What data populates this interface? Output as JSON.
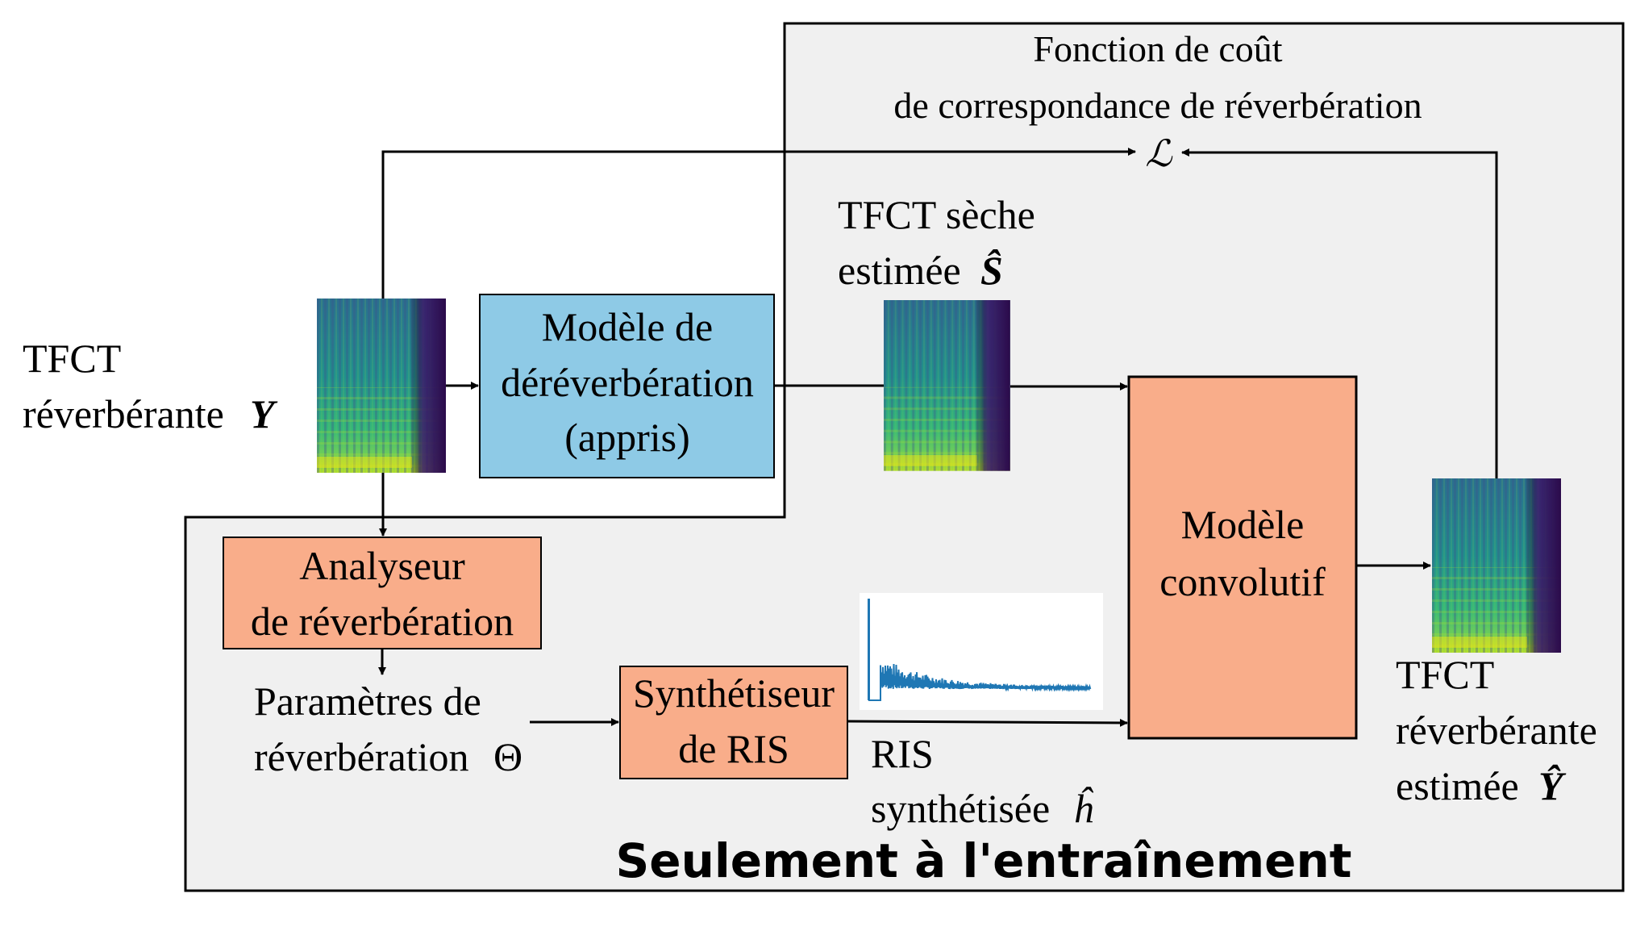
{
  "colors": {
    "training_region": "#f0f0f0",
    "learned_model": "#8ecae6",
    "fixed_block": "#f9ad8a",
    "ir_plot": "#1f77b4",
    "line": "#000000"
  },
  "inputs": {
    "reverberant_stft": {
      "line1": "TFCT",
      "line2": "réverbérante",
      "symbol": "Y"
    }
  },
  "blocks": {
    "dereverb_model": {
      "line1": "Modèle de",
      "line2": "déréverbération",
      "line3": "(appris)"
    },
    "reverb_analyzer": {
      "line1": "Analyseur",
      "line2": "de réverbération"
    },
    "ris_synth": {
      "line1": "Synthétiseur",
      "line2": "de RIS"
    },
    "convolutive_model": {
      "line1": "Modèle",
      "line2": "convolutif"
    }
  },
  "labels": {
    "dry_stft": {
      "line1": "TFCT sèche",
      "line2": "estimée",
      "symbol": "Ŝ"
    },
    "reverb_params": {
      "line1": "Paramètres de",
      "line2": "réverbération",
      "symbol": "Θ"
    },
    "synth_ris": {
      "line1": "RIS",
      "line2": "synthétisée",
      "symbol": "ĥ"
    },
    "est_reverb_stft": {
      "line1": "TFCT",
      "line2": "réverbérante",
      "line3": "estimée",
      "symbol": "Ŷ"
    },
    "loss": {
      "line1": "Fonction de coût",
      "line2": "de correspondance de réverbération",
      "symbol": "ℒ"
    }
  },
  "training_only": "Seulement à l'entraînement",
  "icons": [
    "spectrogram-icon",
    "impulse-response-icon",
    "arrow-icon"
  ]
}
